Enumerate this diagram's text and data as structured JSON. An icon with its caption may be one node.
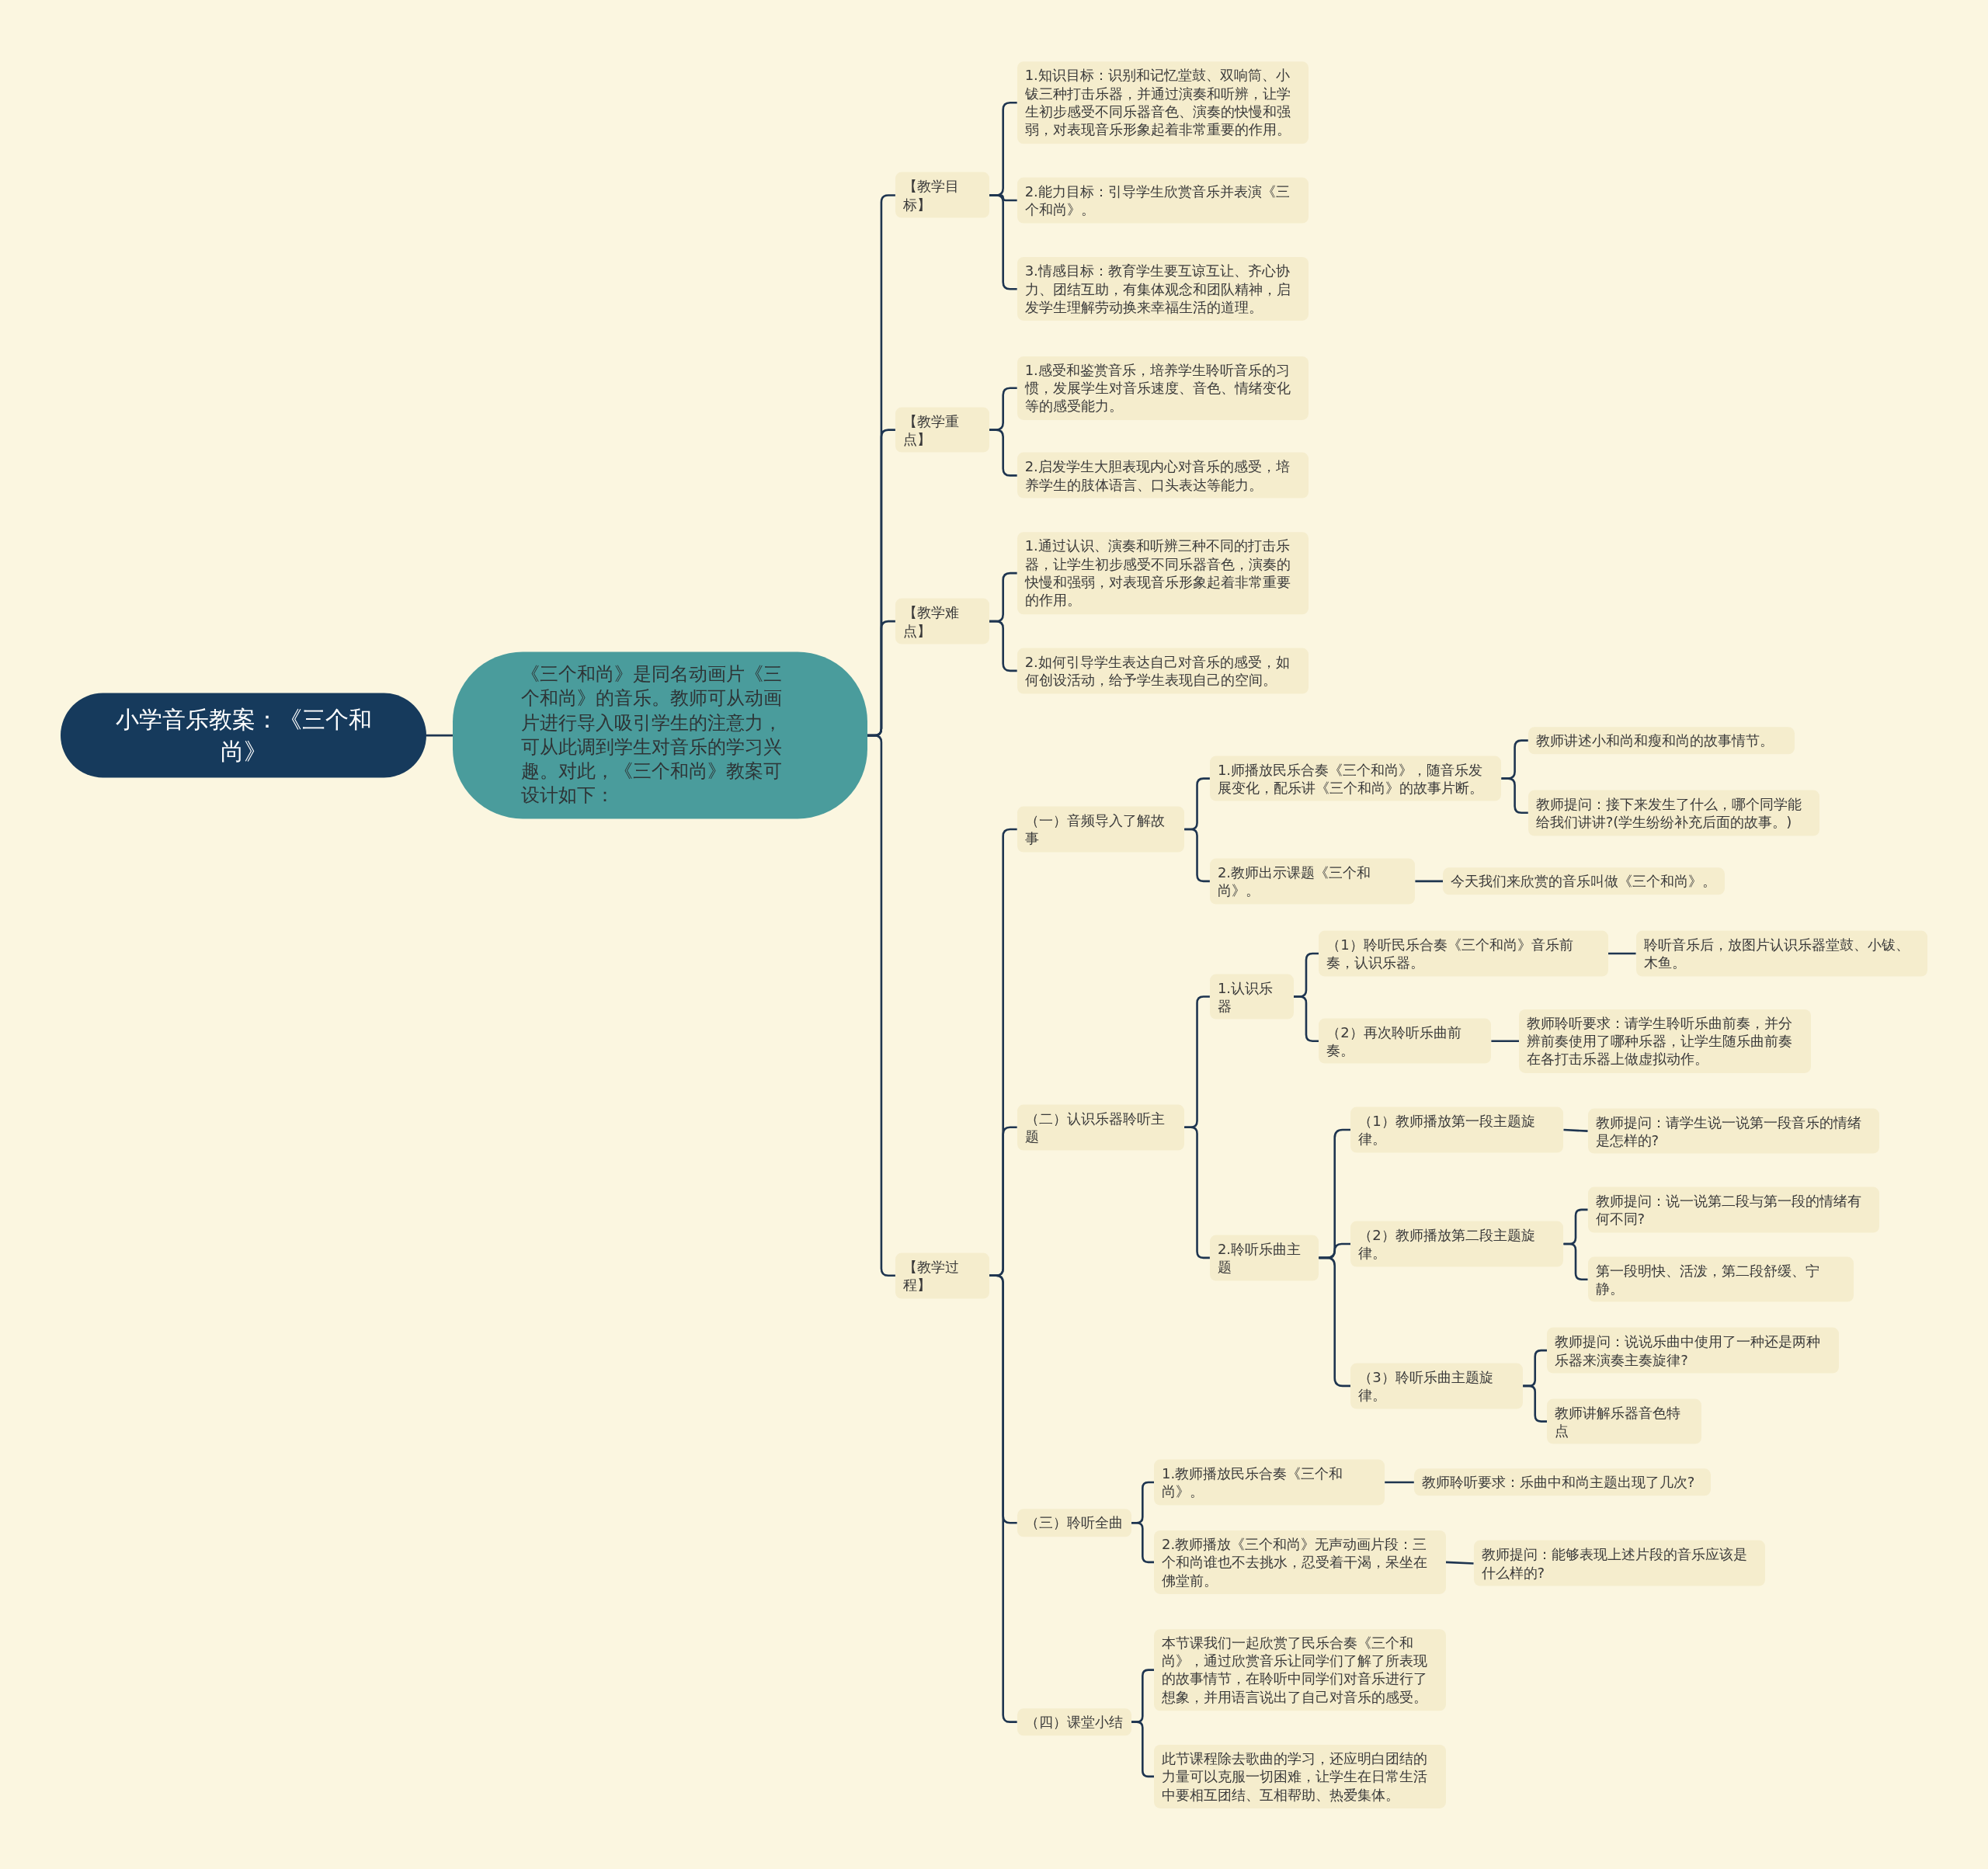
{
  "diagram": {
    "nodes": [
      {
        "text": [
          "小学音乐教案：《三个和尚》"
        ]
      },
      {
        "text": [
          "《三个和尚》是同名动画片《三个和尚》的音乐。教师可从动画片进行导入吸引学生的注意力，可从此调到学生对音乐的学习兴趣。对此，《三个和尚》教案可设计如下："
        ]
      },
      {
        "text": [
          "【教学目标】"
        ]
      },
      {
        "text": [
          "1.知识目标：识别和记忆堂鼓、双响筒、小钹三种打击乐器，并通过演奏和听辨，让学生初步感受不同乐器音色、演奏的快慢和强弱，对表现音乐形象起着非常重要的作用。"
        ]
      },
      {
        "text": [
          "2.能力目标：引导学生欣赏音乐并表演《三个和尚》。"
        ]
      },
      {
        "text": [
          "3.情感目标：教育学生要互谅互让、齐心协力、团结互助，有集体观念和团队精神，启发学生理解劳动换来幸福生活的道理。"
        ]
      },
      {
        "text": [
          "【教学重点】"
        ]
      },
      {
        "text": [
          "1.感受和鉴赏音乐，培养学生聆听音乐的习惯，发展学生对音乐速度、音色、情绪变化等的感受能力。"
        ]
      },
      {
        "text": [
          "2.启发学生大胆表现内心对音乐的感受，培养学生的肢体语言、口头表达等能力。"
        ]
      },
      {
        "text": [
          "【教学难点】"
        ]
      },
      {
        "text": [
          "1.通过认识、演奏和听辨三种不同的打击乐器，让学生初步感受不同乐器音色，演奏的快慢和强弱，对表现音乐形象起着非常重要的作用。"
        ]
      },
      {
        "text": [
          "2.如何引导学生表达自己对音乐的感受，如何创设活动，给予学生表现自己的空间。"
        ]
      },
      {
        "text": [
          "【教学过程】"
        ]
      },
      {
        "text": [
          "（一）音频导入了解故事"
        ]
      },
      {
        "text": [
          "1.师播放民乐合奏《三个和尚》，随音乐发展变化，配乐讲《三个和尚》的故事片断。"
        ]
      },
      {
        "text": [
          "教师讲述小和尚和瘦和尚的故事情节。"
        ]
      },
      {
        "text": [
          "教师提问：接下来发生了什么，哪个同学能给我们讲讲?(学生纷纷补充后面的故事。)"
        ]
      },
      {
        "text": [
          "2.教师出示课题《三个和尚》。"
        ]
      },
      {
        "text": [
          "今天我们来欣赏的音乐叫做《三个和尚》。"
        ]
      },
      {
        "text": [
          "（二）认识乐器聆听主题"
        ]
      },
      {
        "text": [
          "1.认识乐器"
        ]
      },
      {
        "text": [
          "（1）聆听民乐合奏《三个和尚》音乐前奏，认识乐器。"
        ]
      },
      {
        "text": [
          "聆听音乐后，放图片认识乐器堂鼓、小钹、木鱼。"
        ]
      },
      {
        "text": [
          "（2）再次聆听乐曲前奏。"
        ]
      },
      {
        "text": [
          "教师聆听要求：请学生聆听乐曲前奏，并分辨前奏使用了哪种乐器，让学生随乐曲前奏在各打击乐器上做虚拟动作。"
        ]
      },
      {
        "text": [
          "2.聆听乐曲主题"
        ]
      },
      {
        "text": [
          "（1）教师播放第一段主题旋律。"
        ]
      },
      {
        "text": [
          "教师提问：请学生说一说第一段音乐的情绪是怎样的?"
        ]
      },
      {
        "text": [
          "（2）教师播放第二段主题旋律。"
        ]
      },
      {
        "text": [
          "教师提问：说一说第二段与第一段的情绪有何不同?"
        ]
      },
      {
        "text": [
          "第一段明快、活泼，第二段舒缓、宁静。"
        ]
      },
      {
        "text": [
          "（3）聆听乐曲主题旋律。"
        ]
      },
      {
        "text": [
          "教师提问：说说乐曲中使用了一种还是两种乐器来演奏主奏旋律?"
        ]
      },
      {
        "text": [
          "教师讲解乐器音色特点"
        ]
      },
      {
        "text": [
          "（三）聆听全曲"
        ]
      },
      {
        "text": [
          "1.教师播放民乐合奏《三个和尚》。"
        ]
      },
      {
        "text": [
          "教师聆听要求：乐曲中和尚主题出现了几次?"
        ]
      },
      {
        "text": [
          "2.教师播放《三个和尚》无声动画片段：三个和尚谁也不去挑水，忍受着干渴，呆坐在佛堂前。"
        ]
      },
      {
        "text": [
          "教师提问：能够表现上述片段的音乐应该是什么样的?"
        ]
      },
      {
        "text": [
          "（四）课堂小结"
        ]
      },
      {
        "text": [
          "本节课我们一起欣赏了民乐合奏《三个和尚》，通过欣赏音乐让同学们了解了所表现的故事情节，在聆听中同学们对音乐进行了想象，并用语言说出了自己对音乐的感受。"
        ]
      },
      {
        "text": [
          "此节课程除去歌曲的学习，还应明白团结的力量可以克服一切困难，让学生在日常生活中要相互团结、互相帮助、热爱集体。"
        ]
      }
    ],
    "edges": [
      {
        "from": 0,
        "to": 1,
        "arrow": "none"
      },
      {
        "from": 1,
        "to": 2,
        "arrow": "none"
      },
      {
        "from": 1,
        "to": 6,
        "arrow": "none"
      },
      {
        "from": 1,
        "to": 9,
        "arrow": "none"
      },
      {
        "from": 1,
        "to": 12,
        "arrow": "none"
      },
      {
        "from": 2,
        "to": 3,
        "arrow": "none"
      },
      {
        "from": 2,
        "to": 4,
        "arrow": "none"
      },
      {
        "from": 2,
        "to": 5,
        "arrow": "none"
      },
      {
        "from": 6,
        "to": 7,
        "arrow": "none"
      },
      {
        "from": 6,
        "to": 8,
        "arrow": "none"
      },
      {
        "from": 9,
        "to": 10,
        "arrow": "none"
      },
      {
        "from": 9,
        "to": 11,
        "arrow": "none"
      },
      {
        "from": 12,
        "to": 13,
        "arrow": "none"
      },
      {
        "from": 12,
        "to": 19,
        "arrow": "none"
      },
      {
        "from": 12,
        "to": 34,
        "arrow": "none"
      },
      {
        "from": 12,
        "to": 39,
        "arrow": "none"
      },
      {
        "from": 13,
        "to": 14,
        "arrow": "none"
      },
      {
        "from": 13,
        "to": 17,
        "arrow": "none"
      },
      {
        "from": 14,
        "to": 15,
        "arrow": "none"
      },
      {
        "from": 14,
        "to": 16,
        "arrow": "none"
      },
      {
        "from": 17,
        "to": 18,
        "arrow": "none"
      },
      {
        "from": 19,
        "to": 20,
        "arrow": "none"
      },
      {
        "from": 19,
        "to": 25,
        "arrow": "none"
      },
      {
        "from": 20,
        "to": 21,
        "arrow": "none"
      },
      {
        "from": 20,
        "to": 23,
        "arrow": "none"
      },
      {
        "from": 21,
        "to": 22,
        "arrow": "none"
      },
      {
        "from": 23,
        "to": 24,
        "arrow": "none"
      },
      {
        "from": 25,
        "to": 26,
        "arrow": "none"
      },
      {
        "from": 25,
        "to": 28,
        "arrow": "none"
      },
      {
        "from": 25,
        "to": 31,
        "arrow": "none"
      },
      {
        "from": 26,
        "to": 27,
        "arrow": "none"
      },
      {
        "from": 28,
        "to": 29,
        "arrow": "none"
      },
      {
        "from": 28,
        "to": 30,
        "arrow": "none"
      },
      {
        "from": 31,
        "to": 32,
        "arrow": "none"
      },
      {
        "from": 31,
        "to": 33,
        "arrow": "none"
      },
      {
        "from": 34,
        "to": 35,
        "arrow": "none"
      },
      {
        "from": 34,
        "to": 37,
        "arrow": "none"
      },
      {
        "from": 35,
        "to": 36,
        "arrow": "none"
      },
      {
        "from": 37,
        "to": 38,
        "arrow": "none"
      },
      {
        "from": 39,
        "to": 40,
        "arrow": "none"
      },
      {
        "from": 39,
        "to": 41,
        "arrow": "none"
      }
    ]
  }
}
